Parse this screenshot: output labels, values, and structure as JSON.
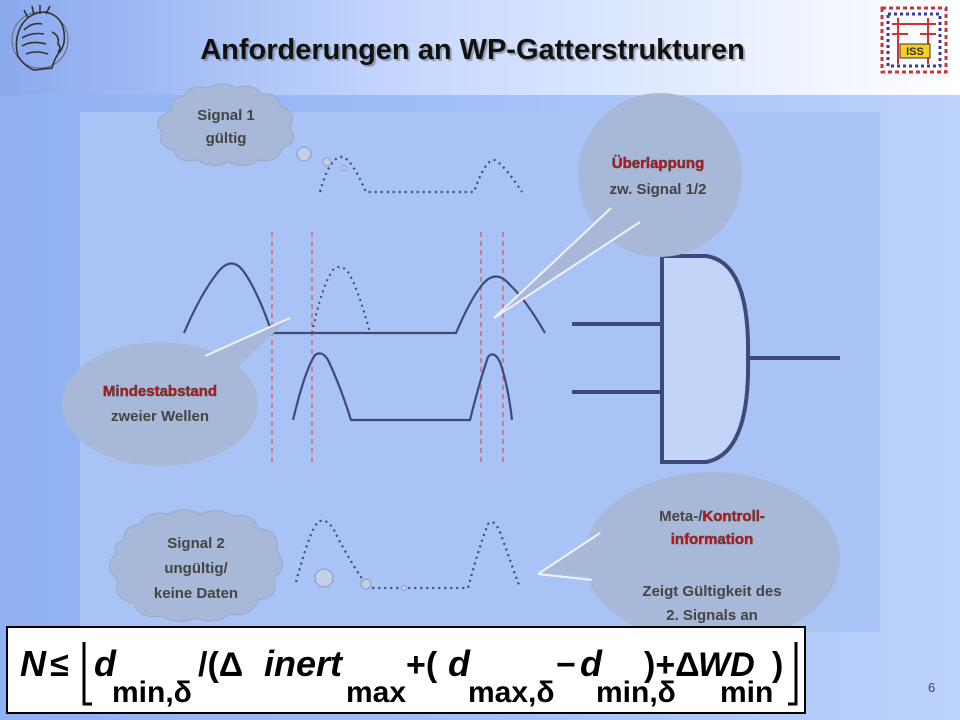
{
  "slide": {
    "title": "Anforderungen an WP-Gatterstrukturen",
    "number": "6"
  },
  "logo": {
    "text": "ISS"
  },
  "callouts": {
    "signal1": {
      "line1": "Signal 1",
      "line2": "gültig"
    },
    "overlap": {
      "highlight": "Überlappung",
      "text": "zw. Signal 1/2"
    },
    "min_distance": {
      "highlight": "Mindestabstand",
      "text": "zweier Wellen"
    },
    "signal2": {
      "line1": "Signal 2",
      "line2": "ungültig/",
      "line3": "keine Daten"
    },
    "meta": {
      "prefix": "Meta-/",
      "highlight1": "Kontroll-",
      "highlight2": "information",
      "line3": "Zeigt Gültigkeit des",
      "line4": "2. Signals an"
    }
  },
  "formula": {
    "N": "N",
    "leq": "≤",
    "d1": "d",
    "sub_min_delta": "min,δ",
    "slash_open": "/(Δ",
    "inert": "inert",
    "sub_max": "max",
    "plus_paren": "+(",
    "d2": "d",
    "sub_max_delta": "max,δ",
    "minus": "−",
    "d3": "d",
    "sub_min_delta2": "min,δ",
    "close_plus_delta": ")+Δ",
    "WD": "WD",
    "sub_min": "min",
    "close": ")"
  },
  "colors": {
    "wave": "#3d4a7a",
    "highlight": "#cc1111",
    "cloud": "#a8b8d8",
    "gate_fill": "#c2d4f8",
    "marker": "#e05050"
  }
}
